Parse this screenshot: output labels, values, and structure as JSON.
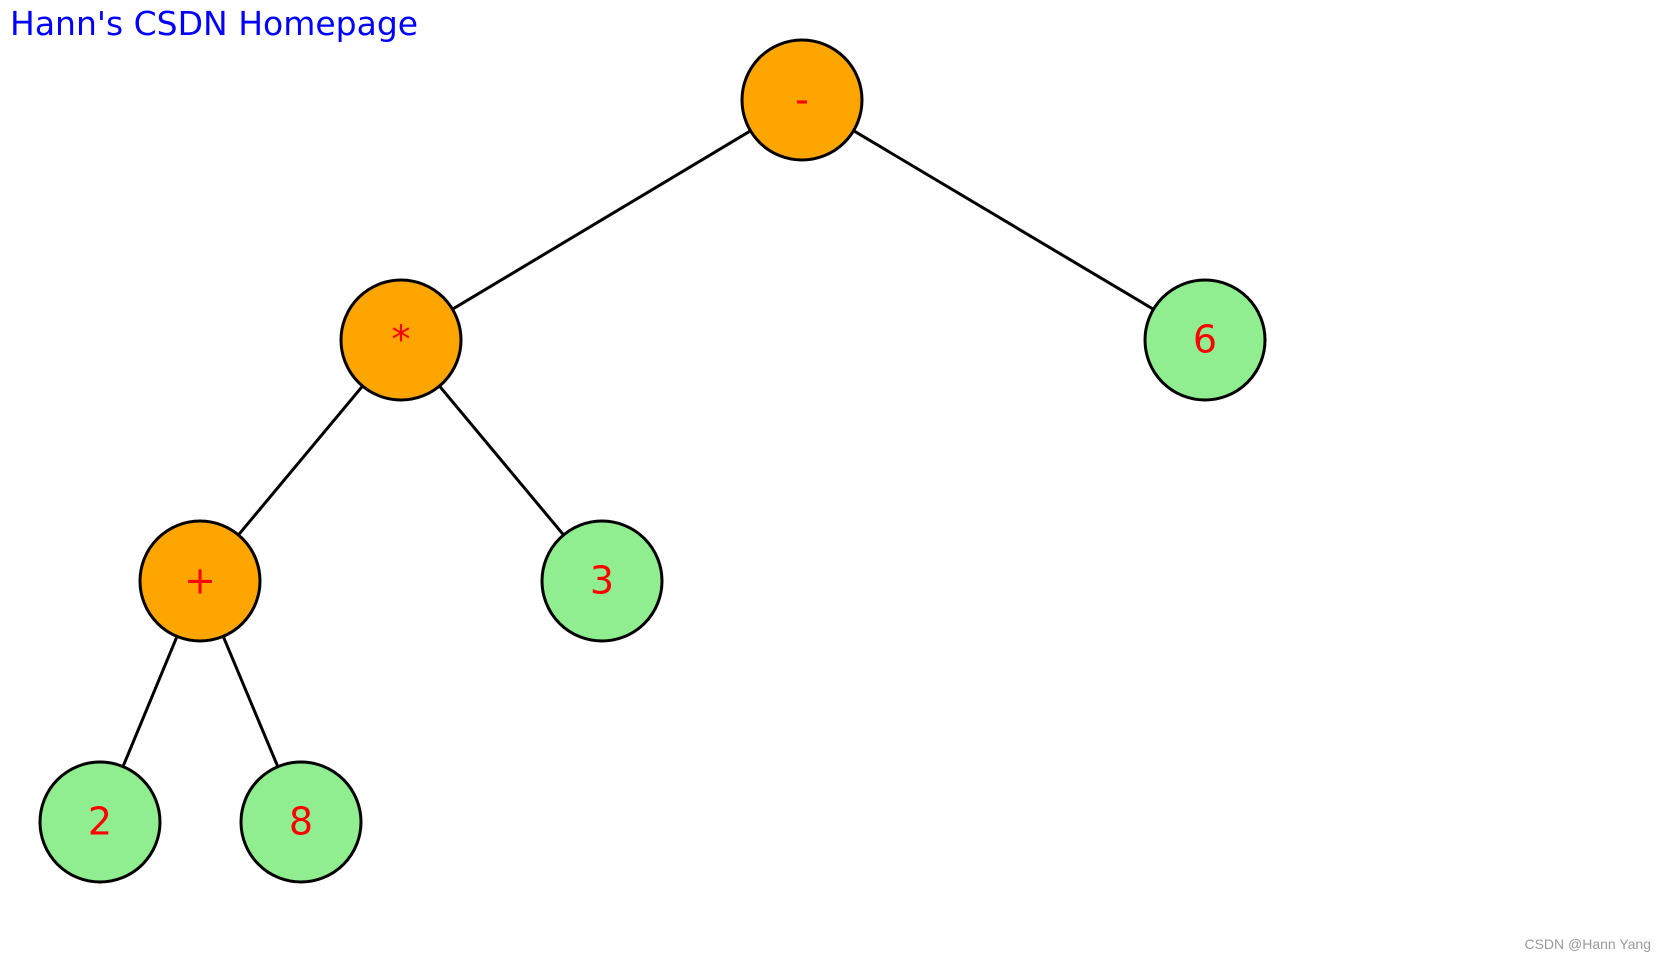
{
  "header": {
    "title_link": "Hann's CSDN Homepage"
  },
  "tree": {
    "colors": {
      "operator_fill": "#FFA500",
      "operand_fill": "#90EE90",
      "label_color": "#FF0000",
      "link_color": "#0000FF"
    },
    "nodes": [
      {
        "id": "minus",
        "label": "-",
        "kind": "operator"
      },
      {
        "id": "mul",
        "label": "*",
        "kind": "operator"
      },
      {
        "id": "six",
        "label": "6",
        "kind": "operand"
      },
      {
        "id": "plus",
        "label": "+",
        "kind": "operator"
      },
      {
        "id": "three",
        "label": "3",
        "kind": "operand"
      },
      {
        "id": "two",
        "label": "2",
        "kind": "operand"
      },
      {
        "id": "eight",
        "label": "8",
        "kind": "operand"
      }
    ],
    "edges": [
      {
        "from": "minus",
        "to": "mul"
      },
      {
        "from": "minus",
        "to": "six"
      },
      {
        "from": "mul",
        "to": "plus"
      },
      {
        "from": "mul",
        "to": "three"
      },
      {
        "from": "plus",
        "to": "two"
      },
      {
        "from": "plus",
        "to": "eight"
      }
    ]
  },
  "footer": {
    "watermark": "CSDN @Hann Yang"
  }
}
